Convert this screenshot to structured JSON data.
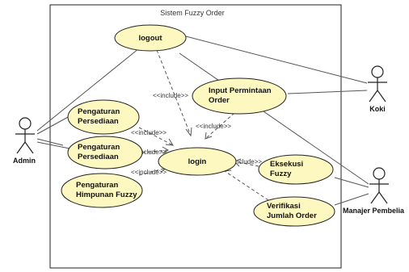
{
  "diagram": {
    "system_title": "Sistem Fuzzy Order",
    "actors": {
      "admin": "Admin",
      "koki": "Koki",
      "manajer": "Manajer Pembelia"
    },
    "use_cases": {
      "logout": [
        "logout"
      ],
      "input_permintaan": [
        "Input Permintaan",
        "Order"
      ],
      "pengaturan_persediaan_1": [
        "Pengaturan",
        "Persediaan"
      ],
      "pengaturan_persediaan_2": [
        "Pengaturan",
        "Persediaan"
      ],
      "pengaturan_himpunan": [
        "Pengaturan",
        "Himpunan Fuzzy"
      ],
      "login": [
        "login"
      ],
      "eksekusi": [
        "Eksekusi",
        "Fuzzy"
      ],
      "verifikasi": [
        "Verifikasi",
        "Jumlah Order"
      ]
    },
    "include_label": "<<include>>",
    "colors": {
      "usecase_fill": "#fdf7c0",
      "usecase_stroke": "#222222",
      "line": "#555555"
    }
  }
}
